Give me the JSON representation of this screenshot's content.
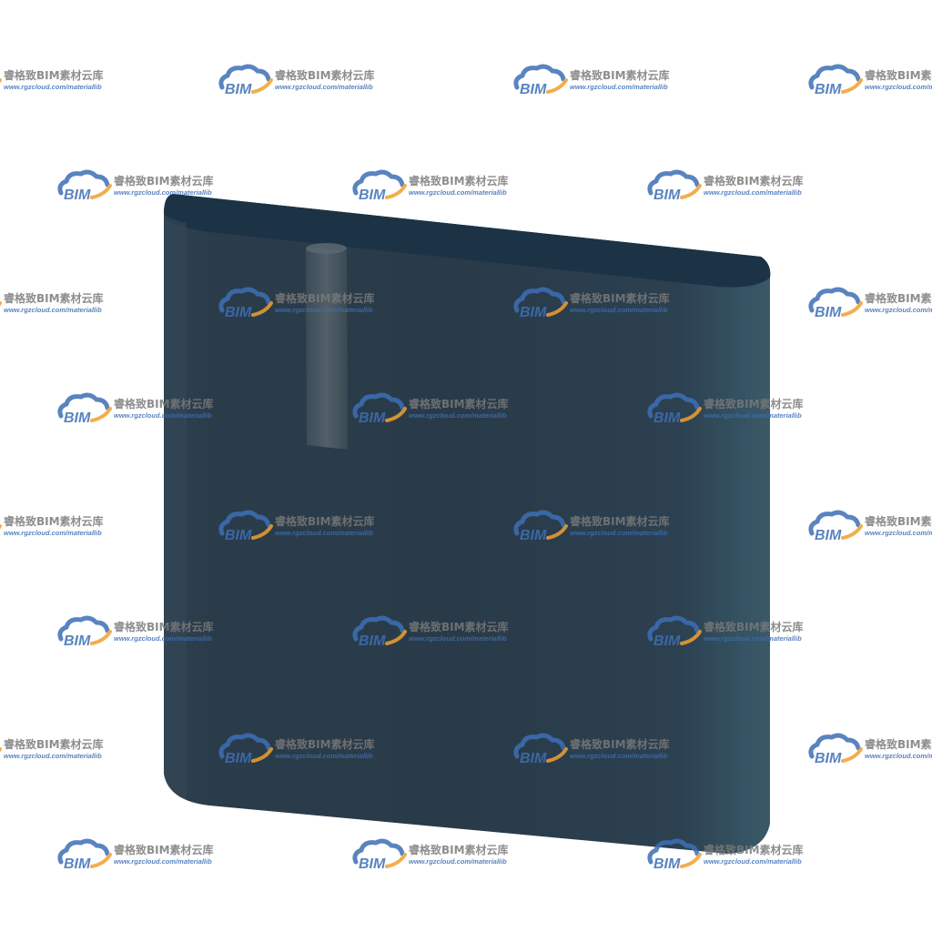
{
  "watermark": {
    "logo_text": "BIM",
    "name": "睿格致BIM素材云库",
    "url": "www.rgzcloud.com/materiallib",
    "logo_colors": {
      "cloud": "#3d6fb6",
      "swoosh": "#f0a030",
      "text_gray": "#7a7a7a"
    }
  },
  "model": {
    "icon": "bim-panel-model",
    "colors": {
      "body": "#2b3d4b",
      "body_light": "#3a5566",
      "top": "#1c3346",
      "cylinder": "#4b5a63"
    }
  }
}
